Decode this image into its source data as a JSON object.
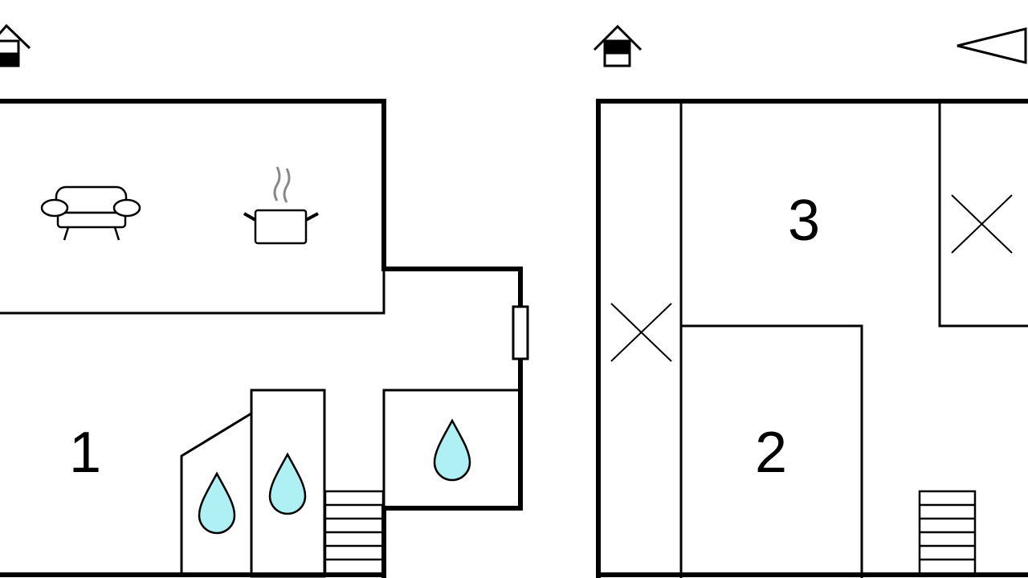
{
  "floorplan": {
    "ground_floor": {
      "room_label": "1"
    },
    "upper_floor": {
      "room_labels": [
        "2",
        "3"
      ]
    }
  },
  "colors": {
    "wall": "#000000",
    "water": "#aef0f4",
    "steam": "#888888"
  }
}
